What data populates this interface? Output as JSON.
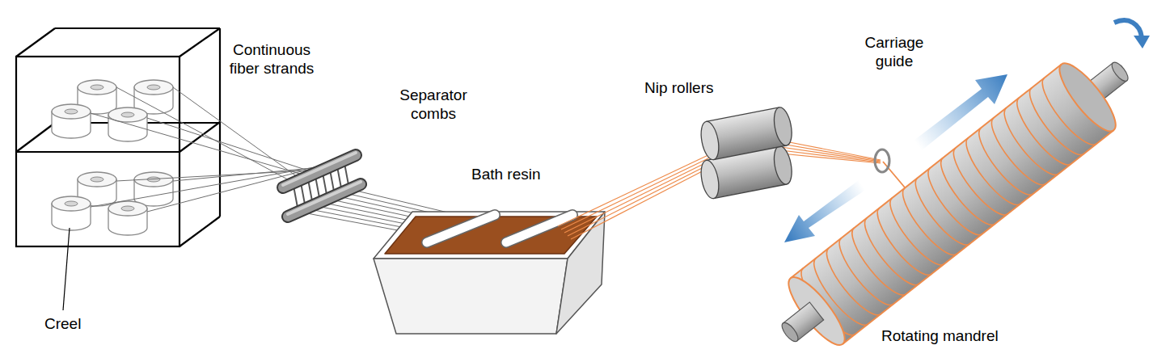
{
  "diagram": {
    "labels": [
      "Continuous fiber strands",
      "Separator combs",
      "Nip rollers",
      "Carriage guide",
      "Bath resin",
      "Creel",
      "Rotating mandrel"
    ]
  }
}
